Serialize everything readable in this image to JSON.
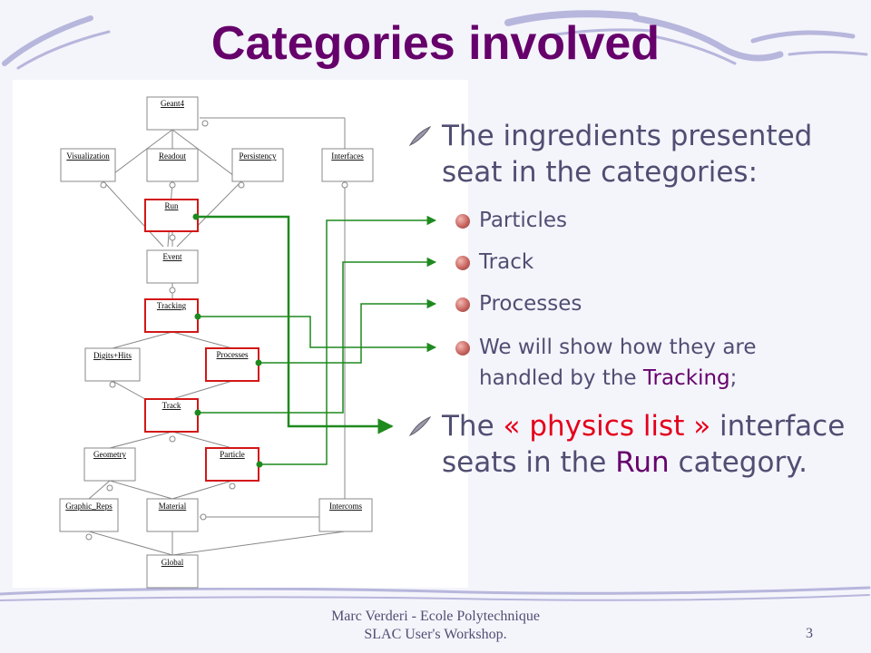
{
  "slide": {
    "title": "Categories involved",
    "bullets": [
      {
        "text": "The ingredients presented seat in the categories:"
      },
      {
        "text": "Particles"
      },
      {
        "text": "Track"
      },
      {
        "text": "Processes"
      },
      {
        "text_before": "We will show how they are handled by the ",
        "highlight": "Tracking",
        "text_after": ";"
      },
      {
        "text_before": "The ",
        "highlight_red": "« physics list »",
        "text_middle": " interface seats in the ",
        "highlight_purple": "Run",
        "text_after": " category."
      }
    ],
    "footer_line1": "Marc Verderi - Ecole Polytechnique",
    "footer_line2": "SLAC User's Workshop.",
    "slide_number": "3"
  },
  "diagram": {
    "categories": {
      "geant4": "Geant4",
      "visualization": "Visualization",
      "readout": "Readout",
      "persistency": "Persistency",
      "interfaces": "Interfaces",
      "run": "Run",
      "event": "Event",
      "tracking": "Tracking",
      "digits_hits": "Digits+Hits",
      "processes": "Processes",
      "track": "Track",
      "geometry": "Geometry",
      "particle": "Particle",
      "graphic_reps": "Graphic_Reps",
      "material": "Material",
      "intercoms": "Intercoms",
      "global": "Global"
    },
    "highlighted": [
      "run",
      "tracking",
      "processes",
      "track",
      "particle"
    ],
    "colors": {
      "box_border": "#888888",
      "highlight_border": "#d31717",
      "connector": "#1e8a1e"
    }
  }
}
